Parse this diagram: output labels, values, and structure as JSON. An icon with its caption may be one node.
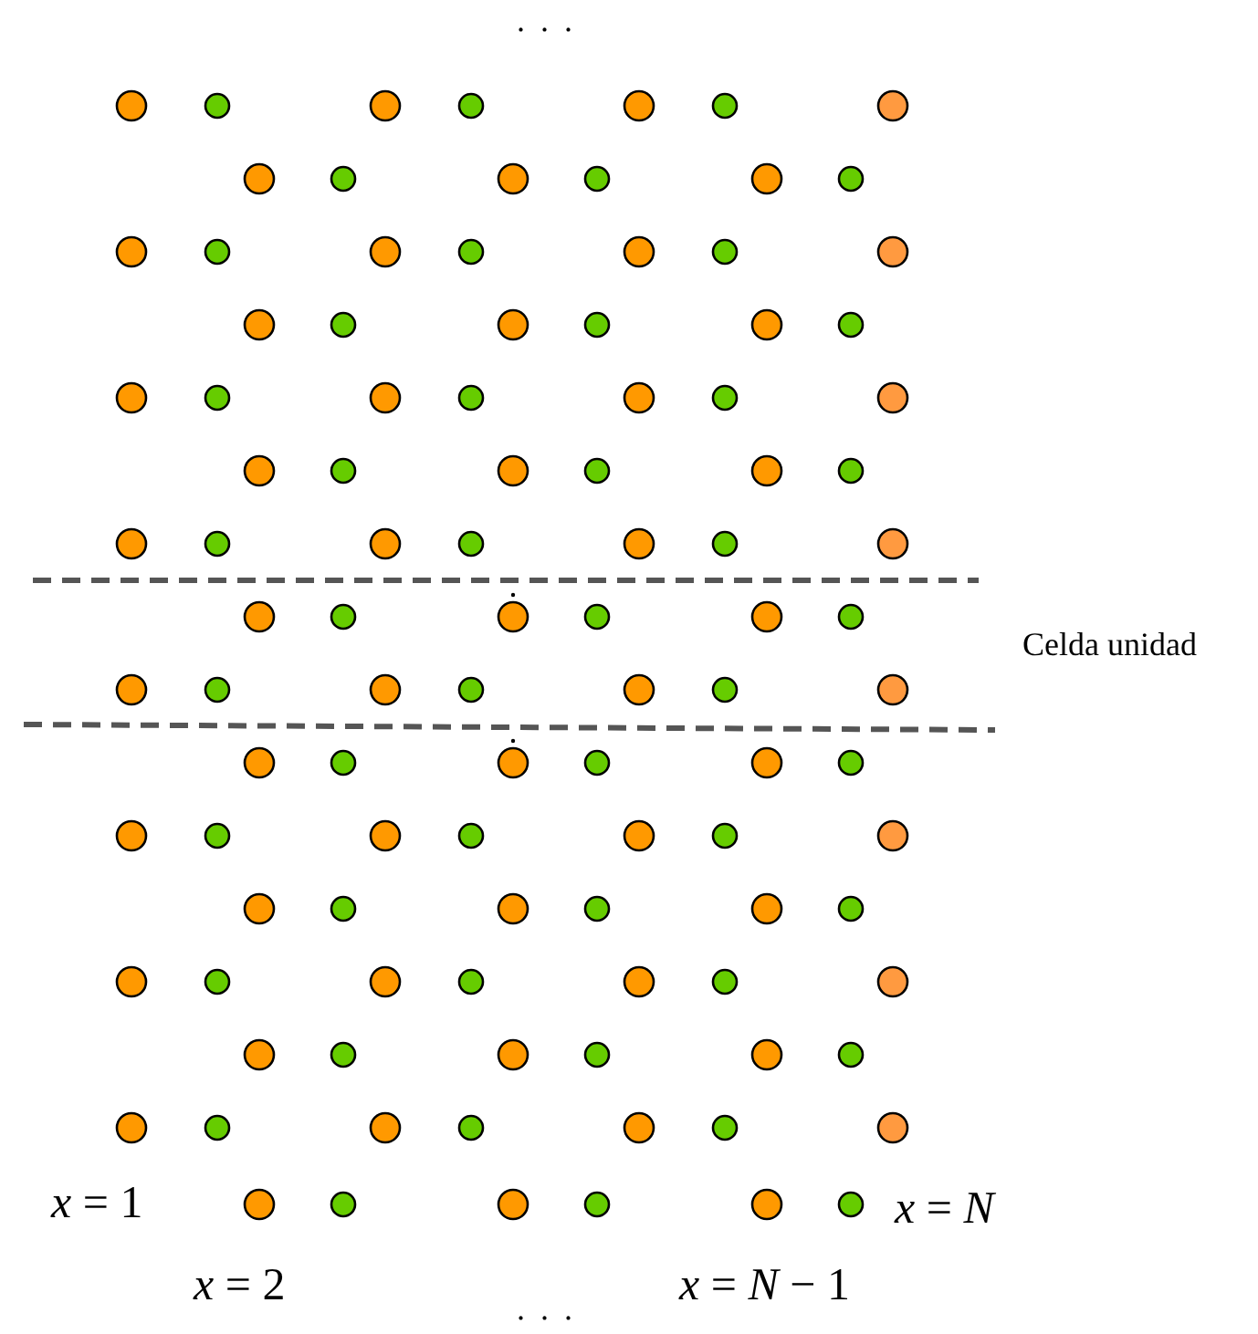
{
  "diagram": {
    "labels": [
      ". . .",
      "Celda unidad",
      "*x* = 1",
      "*x* = *N*",
      "*x* = 2",
      "*x* = *N* − 1",
      ". . ."
    ]
  }
}
